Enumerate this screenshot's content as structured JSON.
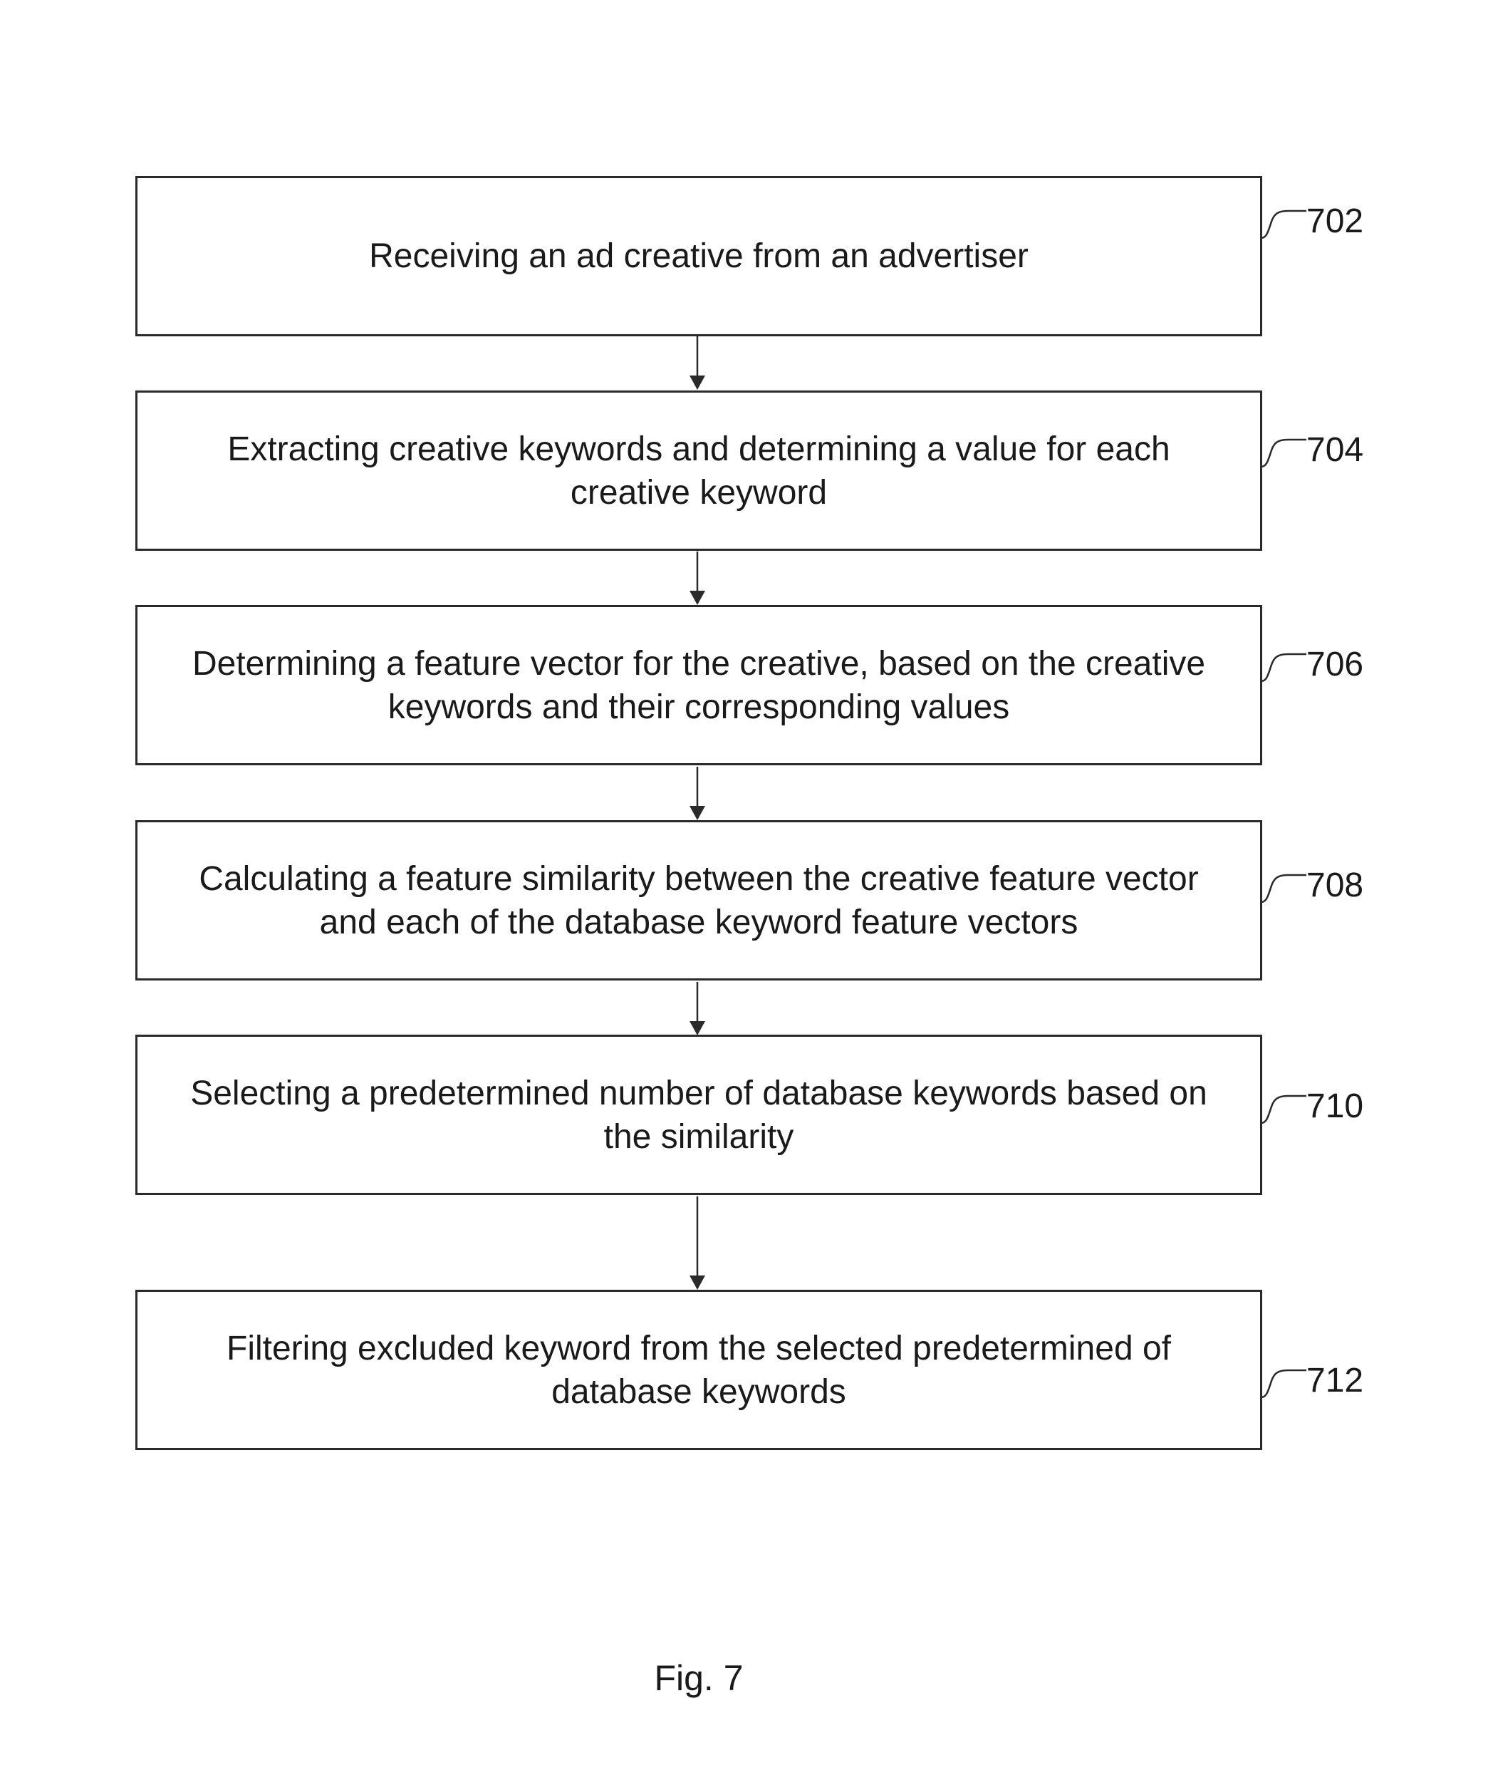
{
  "steps": [
    {
      "ref": "702",
      "text": "Receiving an ad creative from an advertiser"
    },
    {
      "ref": "704",
      "text": "Extracting creative keywords and determining a value for each\ncreative keyword"
    },
    {
      "ref": "706",
      "text": "Determining a feature vector for the creative, based on the creative\nkeywords and their corresponding values"
    },
    {
      "ref": "708",
      "text": "Calculating a feature similarity between the creative feature vector\nand each of the database keyword feature vectors"
    },
    {
      "ref": "710",
      "text": "Selecting a predetermined number of database keywords based on\nthe similarity"
    },
    {
      "ref": "712",
      "text": "Filtering excluded keyword from the selected predetermined of\ndatabase keywords"
    }
  ],
  "caption": "Fig. 7",
  "colors": {
    "line": "#2a2a2a",
    "text": "#1a1a1a",
    "background": "#ffffff"
  }
}
